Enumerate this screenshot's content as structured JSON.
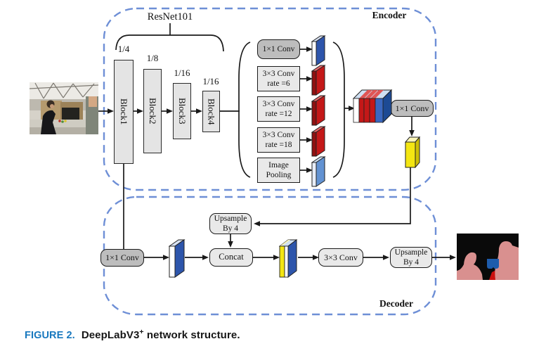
{
  "caption": {
    "figure_label": "FIGURE 2.",
    "title_main": "DeepLabV3",
    "title_sup": "+",
    "title_rest": " network structure."
  },
  "encoder": {
    "label": "Encoder",
    "backbone_label": "ResNet101",
    "blocks": [
      {
        "name": "Block1",
        "scale": "1/4"
      },
      {
        "name": "Block2",
        "scale": "1/8"
      },
      {
        "name": "Block3",
        "scale": "1/16"
      },
      {
        "name": "Block4",
        "scale": "1/16"
      }
    ],
    "aspp_branches": [
      {
        "line1": "1×1 Conv",
        "line2": ""
      },
      {
        "line1": "3×3 Conv",
        "line2": "rate =6"
      },
      {
        "line1": "3×3 Conv",
        "line2": "rate =12"
      },
      {
        "line1": "3×3 Conv",
        "line2": "rate =18"
      },
      {
        "line1": "Image",
        "line2": "Pooling"
      }
    ],
    "projection_conv": "1×1 Conv"
  },
  "decoder": {
    "label": "Decoder",
    "low_level_conv": "1×1 Conv",
    "upsample_top_line1": "Upsample",
    "upsample_top_line2": "By 4",
    "concat_label": "Concat",
    "refine_conv": "3×3 Conv",
    "upsample_out_line1": "Upsample",
    "upsample_out_line2": "By 4"
  },
  "colors": {
    "dashed_border": "#6e8fd6",
    "box_light": "#e9e9e9",
    "box_dark": "#bdbdbd",
    "figure_label_blue": "#1878be",
    "feature_blue": "#2d55ab",
    "feature_red": "#c41818",
    "feature_yellow": "#f4e612",
    "feature_lightblue": "#6292d2"
  }
}
